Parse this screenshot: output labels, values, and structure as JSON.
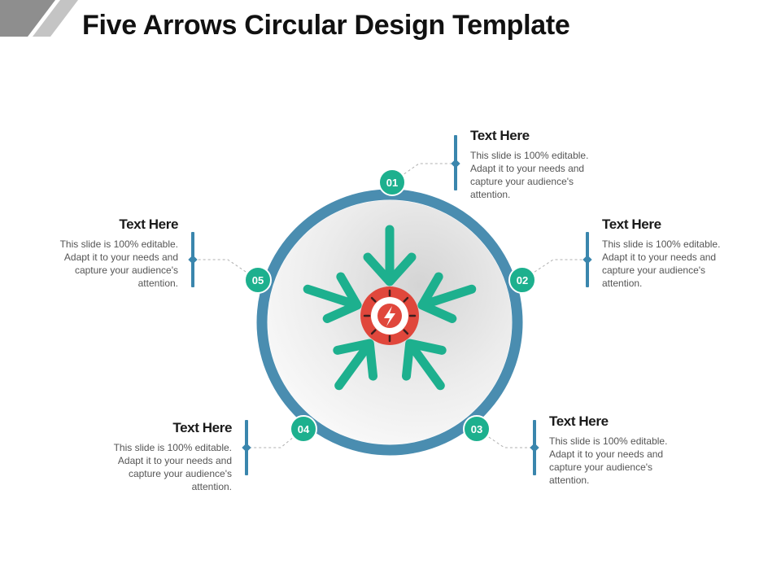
{
  "title": "Five Arrows Circular Design Template",
  "colors": {
    "ring": "#4a8db0",
    "arrow": "#1db08e",
    "badge": "#1db08e",
    "center": "#e0473c",
    "bar": "#3a86ad",
    "corner": "#9a9a9a"
  },
  "center_icon": "lightning-bolt-icon",
  "items": [
    {
      "num": "01",
      "heading": "Text Here",
      "body": "This slide is 100% editable. Adapt it to your needs and capture your audience's attention."
    },
    {
      "num": "02",
      "heading": "Text Here",
      "body": "This slide is 100% editable. Adapt it to your needs and capture your audience's attention."
    },
    {
      "num": "03",
      "heading": "Text Here",
      "body": "This slide is 100% editable. Adapt it to your needs and capture your audience's attention."
    },
    {
      "num": "04",
      "heading": "Text Here",
      "body": "This slide is 100% editable. Adapt it to your needs and capture your audience's attention."
    },
    {
      "num": "05",
      "heading": "Text Here",
      "body": "This slide is 100% editable. Adapt it to your needs and capture your audience's attention."
    }
  ]
}
